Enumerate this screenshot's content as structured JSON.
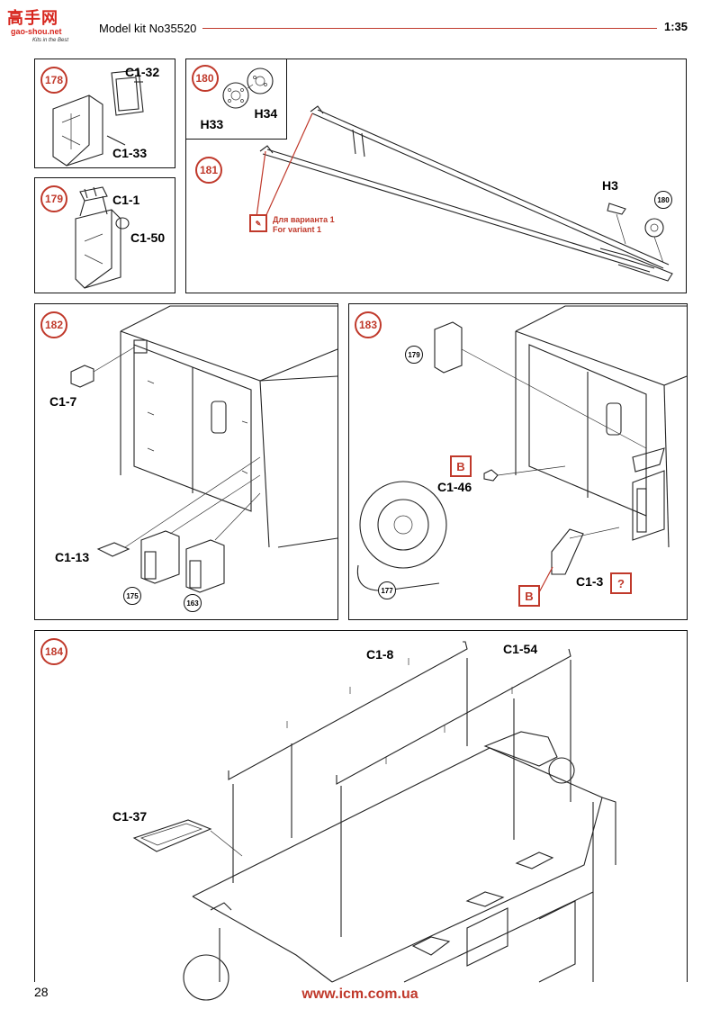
{
  "header": {
    "logo": {
      "cjk": "高手网",
      "url": "gao-shou.net",
      "tagline": "Kits in the Best"
    },
    "title": "Model kit No35520",
    "scale": "1:35"
  },
  "steps": {
    "s178": {
      "num": "178",
      "labels": [
        "C1-32",
        "C1-33"
      ]
    },
    "s179": {
      "num": "179",
      "labels": [
        "C1-1",
        "C1-50"
      ]
    },
    "s180": {
      "num": "180",
      "labels": [
        "H33",
        "H34"
      ]
    },
    "s181": {
      "num": "181",
      "labels": [
        "H3"
      ],
      "ref": "180",
      "variant_ru": "Для варианта 1",
      "variant_en": "For variant 1"
    },
    "s182": {
      "num": "182",
      "labels": [
        "C1-7",
        "C1-13"
      ],
      "refs": [
        "175",
        "163"
      ]
    },
    "s183": {
      "num": "183",
      "labels": [
        "C1-46",
        "C1-3"
      ],
      "refs": [
        "179",
        "177"
      ],
      "marker": "B",
      "question": "?"
    },
    "s184": {
      "num": "184",
      "labels": [
        "C1-8",
        "C1-54",
        "C1-37"
      ]
    }
  },
  "footer": {
    "page": "28",
    "url": "www.icm.com.ua"
  },
  "colors": {
    "accent": "#c0392b",
    "line": "#222222"
  }
}
